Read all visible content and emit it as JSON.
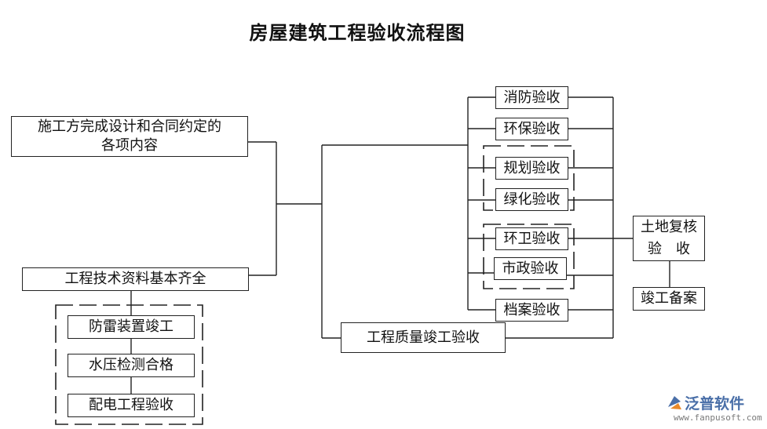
{
  "title": "房屋建筑工程验收流程图",
  "boxes": {
    "design_contract": "施工方完成设计和合同约定的\n各项内容",
    "tech_docs": "工程技术资料基本齐全",
    "lightning": "防雷装置竣工",
    "water_pressure": "水压检测合格",
    "power": "配电工程验收",
    "quality": "工程质量竣工验收",
    "fire": "消防验收",
    "env": "环保验收",
    "planning": "规划验收",
    "green": "绿化验收",
    "sanitation": "环卫验收",
    "municipal": "市政验收",
    "archive": "档案验收",
    "land": "土地复核\n验　收",
    "filing": "竣工备案"
  },
  "logo": {
    "name": "泛普软件",
    "url": "www.fanpusoft.com",
    "colors": {
      "blue": "#4a6fa8",
      "orange": "#e8892a",
      "gray": "#7a7a7a"
    }
  }
}
